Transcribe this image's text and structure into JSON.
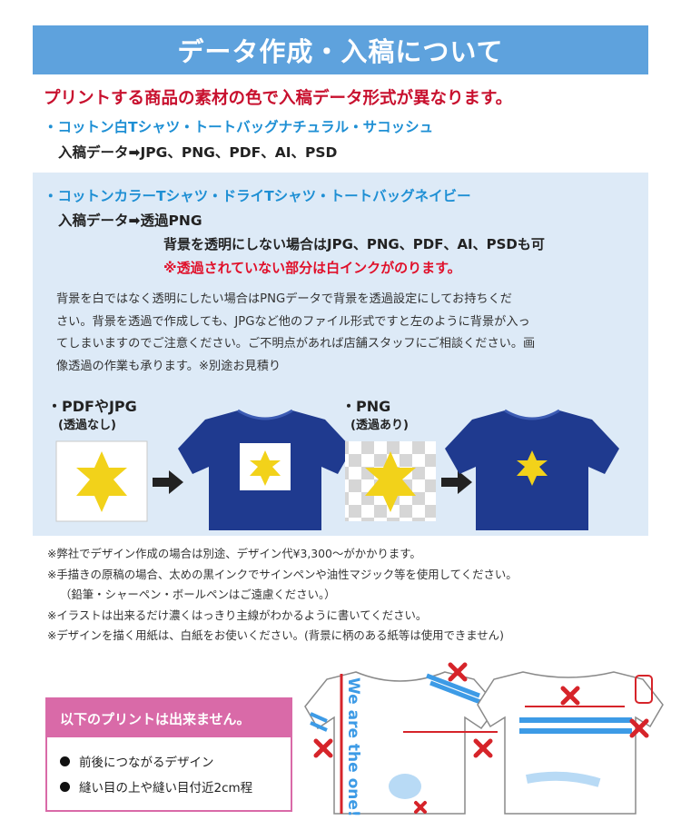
{
  "header": {
    "title": "データ作成・入稿について"
  },
  "intro": "プリントする商品の素材の色で入稿データ形式が異なります。",
  "section1": {
    "title": "・コットン白Tシャツ・トートバッグナチュラル・サコッシュ",
    "formats": "入稿データ➡JPG、PNG、PDF、AI、PSD"
  },
  "section2": {
    "title": "・コットンカラーTシャツ・ドライTシャツ・トートバッグネイビー",
    "formats": "入稿データ➡透過PNG",
    "alt_formats": "背景を透明にしない場合はJPG、PNG、PDF、AI、PSDも可",
    "warning": "※透過されていない部分は白インクがのります。",
    "paragraph": [
      "背景を白ではなく透明にしたい場合はPNGデータで背景を透過設定にしてお持ちくだ",
      "さい。背景を透過で作成しても、JPGなど他のファイル形式ですと左のように背景が入っ",
      "てしまいますのでご注意ください。ご不明点があれば店舗スタッフにご相談ください。画",
      "像透過の作業も承ります。※別途お見積り"
    ],
    "example_left": {
      "label": "・PDFやJPG",
      "sub": "(透過なし)"
    },
    "example_right": {
      "label": "・PNG",
      "sub": "(透過あり)"
    }
  },
  "notes": [
    "※弊社でデザイン作成の場合は別途、デザイン代¥3,300～がかかります。",
    "※手描きの原稿の場合、太めの黒インクでサインペンや油性マジック等を使用してください。",
    "（鉛筆・シャーペン・ボールペンはご遠慮ください。）",
    "※イラストは出来るだけ濃くはっきり主線がわかるように書いてください。",
    "※デザインを描く用紙は、白紙をお使いください。(背景に柄のある紙等は使用できません)"
  ],
  "restrictions": {
    "title": "以下のプリントは出来ません。",
    "items": [
      "前後につながるデザイン",
      "縫い目の上や縫い目付近2cm程"
    ]
  },
  "shirt_text": "We are the one!",
  "colors": {
    "header_bg": "#5ea2dd",
    "intro_red": "#c8102e",
    "section_blue": "#1e8fd4",
    "box_bg": "#ddeaf7",
    "shirt_navy": "#1f3a8f",
    "star_yellow": "#f2d21a",
    "pink": "#d96aa8",
    "cross_red": "#d6242a"
  }
}
